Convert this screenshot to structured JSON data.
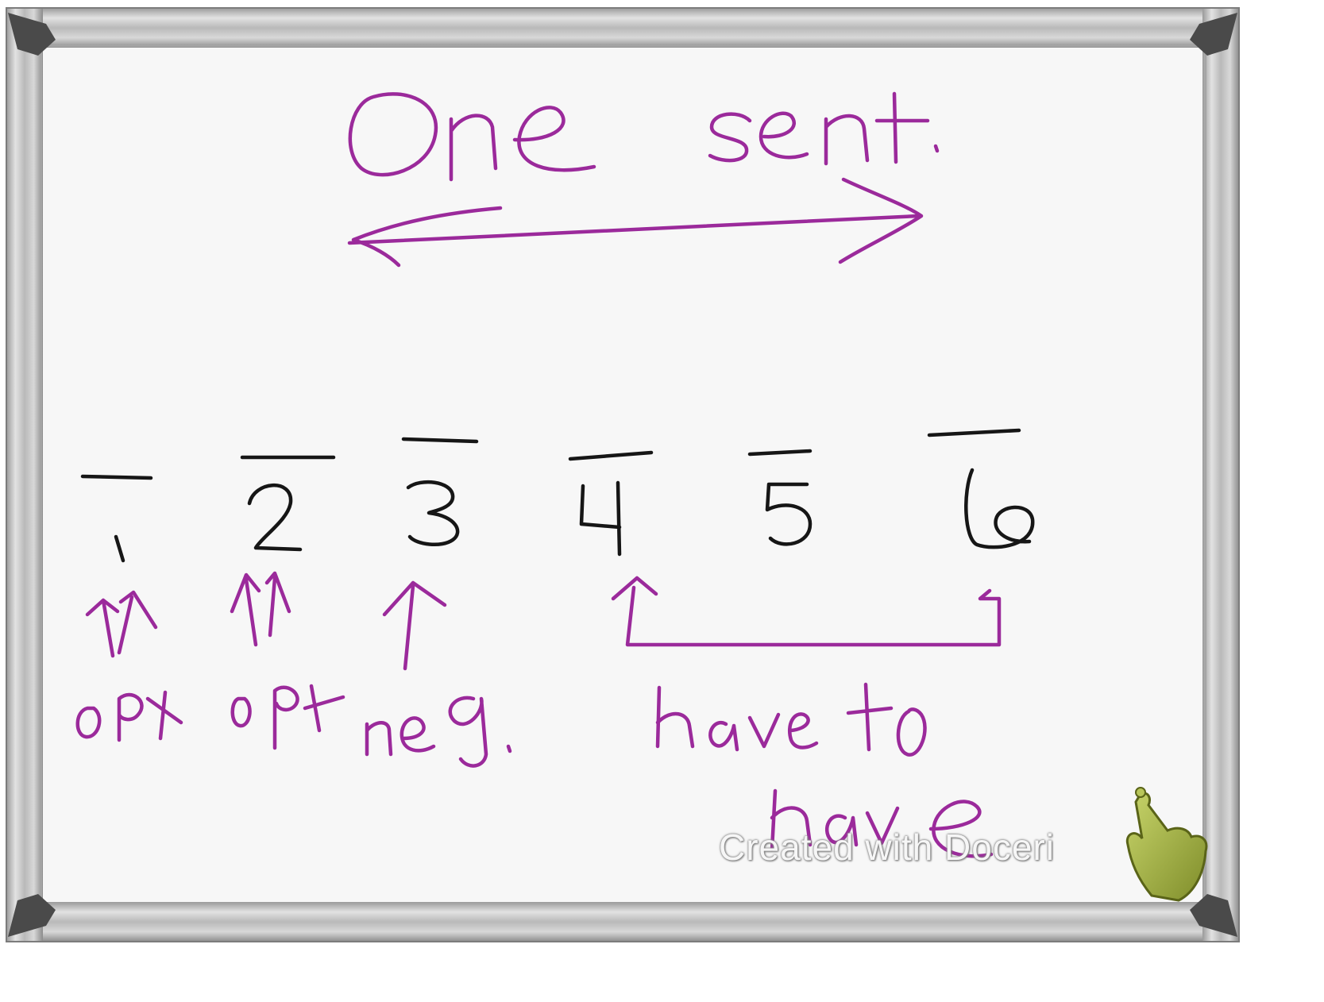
{
  "board": {
    "frame_color": "#c9c9c9",
    "surface_color": "#f6f6f6",
    "ink_purple": "#9b2a9b",
    "ink_black": "#161616"
  },
  "title": "One sent.",
  "blanks": [
    "1",
    "2",
    "3",
    "4",
    "5",
    "6"
  ],
  "notes": {
    "blank1": "opt",
    "blank2": "opt",
    "blank3": "neg.",
    "blanks4_6_line1": "have to",
    "blanks4_6_line2": "have"
  },
  "watermark": {
    "text": "Created with Doceri",
    "icon": "pointing-hand-icon"
  }
}
